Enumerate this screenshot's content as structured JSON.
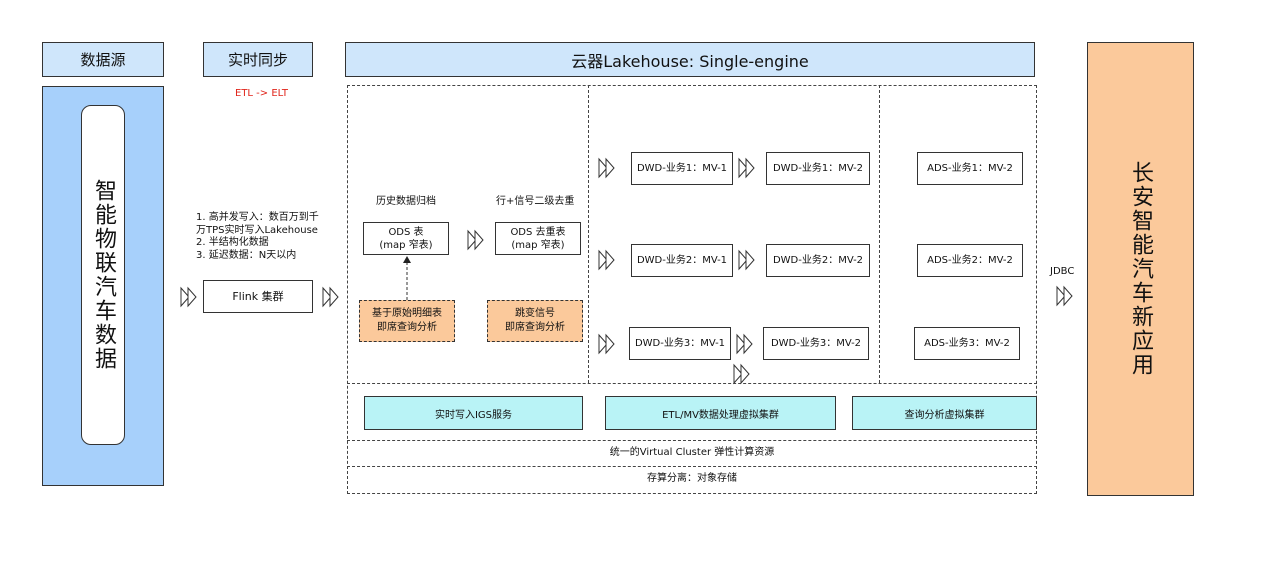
{
  "headers": {
    "source": "数据源",
    "sync": "实时同步",
    "lakehouse": "云器Lakehouse: Single-engine"
  },
  "etl_elt": "ETL -> ELT",
  "iot_source": "智能物联汽车数据",
  "sync_notes": [
    "1. 高并发写入：数百万到千",
    "万TPS实时写入Lakehouse",
    "2. 半结构化数据",
    "3. 延迟数据：N天以内"
  ],
  "flink": "Flink 集群",
  "ods_col": {
    "history_label": "历史数据归档",
    "ods_table_line1": "ODS 表",
    "ods_table_line2": "(map 窄表)",
    "dedup_label": "行+信号二级去重",
    "ods_dedup_line1": "ODS 去重表",
    "ods_dedup_line2": "(map 窄表)",
    "note1_line1": "基于原始明细表",
    "note1_line2": "即席查询分析",
    "note2_line1": "跳变信号",
    "note2_line2": "即席查询分析"
  },
  "dwd": {
    "r1c1": "DWD-业务1：MV-1",
    "r1c2": "DWD-业务1：MV-2",
    "r2c1": "DWD-业务2：MV-1",
    "r2c2": "DWD-业务2：MV-2",
    "r3c1": "DWD-业务3：MV-1",
    "r3c2": "DWD-业务3：MV-2"
  },
  "ads": {
    "r1": "ADS-业务1：MV-2",
    "r2": "ADS-业务2：MV-2",
    "r3": "ADS-业务3：MV-2"
  },
  "services": {
    "igs": "实时写入IGS服务",
    "etl": "ETL/MV数据处理虚拟集群",
    "query": "查询分析虚拟集群"
  },
  "vc_layer": "统一的Virtual Cluster 弹性计算资源",
  "storage_layer": "存算分离：对象存储",
  "jdbc": "JDBC",
  "app": "长安智能汽车新应用",
  "colors": {
    "header_blue": "#cfe6fb",
    "source_blue": "#a7d0fb",
    "orange": "#fbc99b",
    "cyan": "#b9f3f6",
    "red_text": "#e0241a"
  }
}
